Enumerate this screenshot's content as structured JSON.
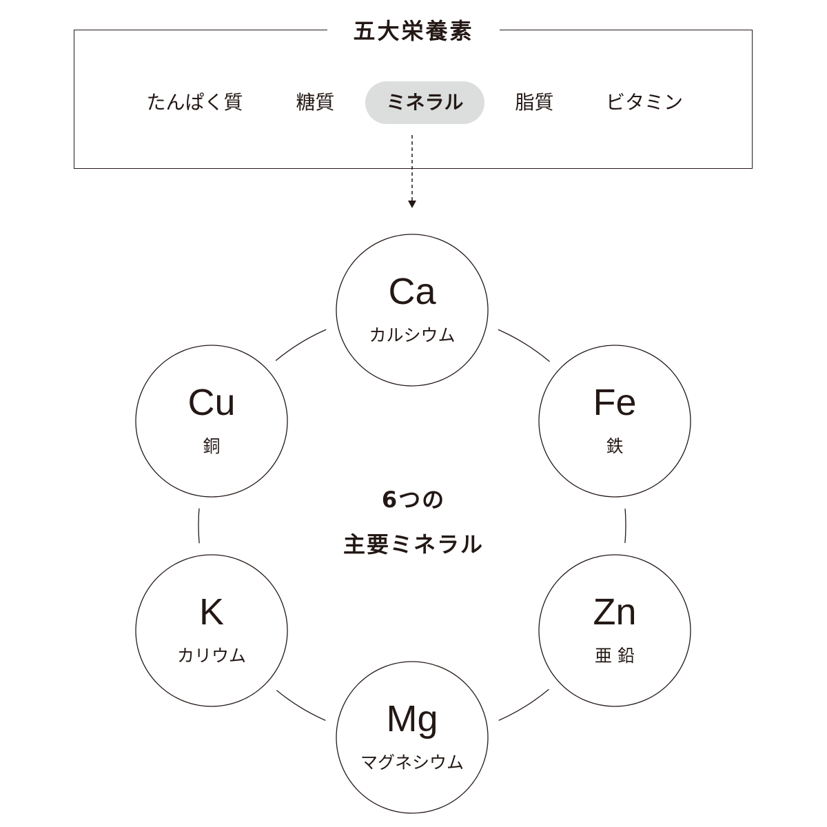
{
  "header": {
    "title": "五大栄養素"
  },
  "nutrients": [
    {
      "label": "たんぱく質",
      "active": false
    },
    {
      "label": "糖質",
      "active": false
    },
    {
      "label": "ミネラル",
      "active": true
    },
    {
      "label": "脂質",
      "active": false
    },
    {
      "label": "ビタミン",
      "active": false
    }
  ],
  "center": {
    "line1": "6つの",
    "line2": "主要ミネラル"
  },
  "minerals": [
    {
      "symbol": "Ca",
      "name": "カルシウム"
    },
    {
      "symbol": "Fe",
      "name": "鉄"
    },
    {
      "symbol": "Zn",
      "name": "亜 鉛"
    },
    {
      "symbol": "Mg",
      "name": "マグネシウム"
    },
    {
      "symbol": "K",
      "name": "カリウム"
    },
    {
      "symbol": "Cu",
      "name": "銅"
    }
  ],
  "colors": {
    "ink": "#231815",
    "pill": "#dcdddd"
  }
}
